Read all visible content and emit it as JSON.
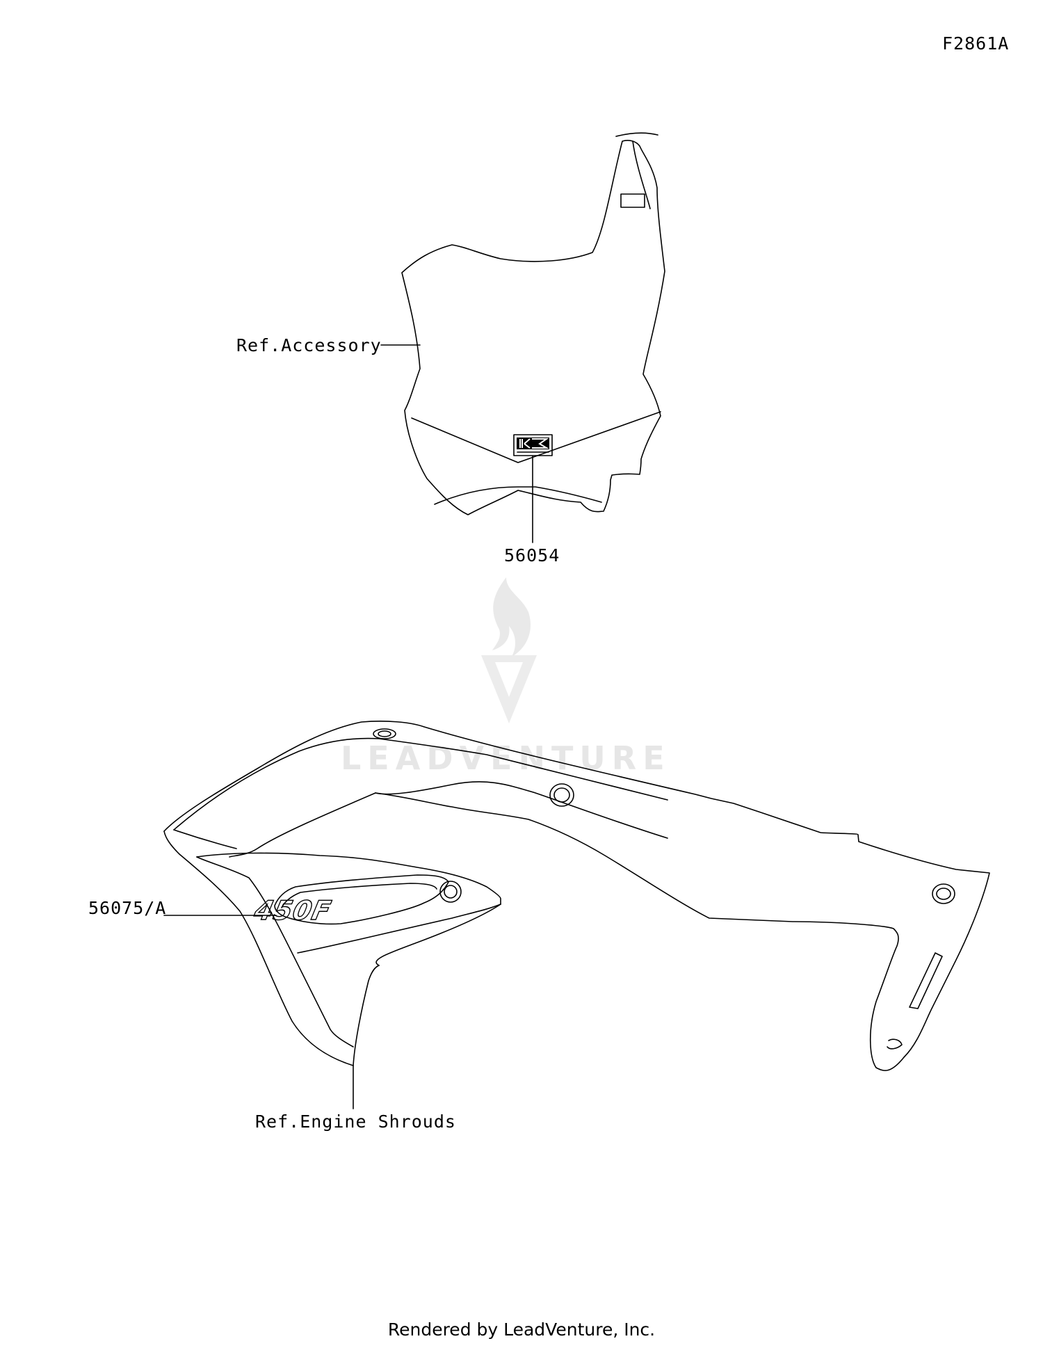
{
  "figure_id": "F2861A",
  "callouts": {
    "ref_accessory": "Ref.Accessory",
    "part_56054": "56054",
    "part_56075": "56075/A",
    "ref_engine_shrouds": "Ref.Engine Shrouds"
  },
  "watermark": {
    "text": "LEADVENTURE"
  },
  "decal_text": {
    "shroud_badge": "450F"
  },
  "footer": "Rendered by LeadVenture, Inc."
}
